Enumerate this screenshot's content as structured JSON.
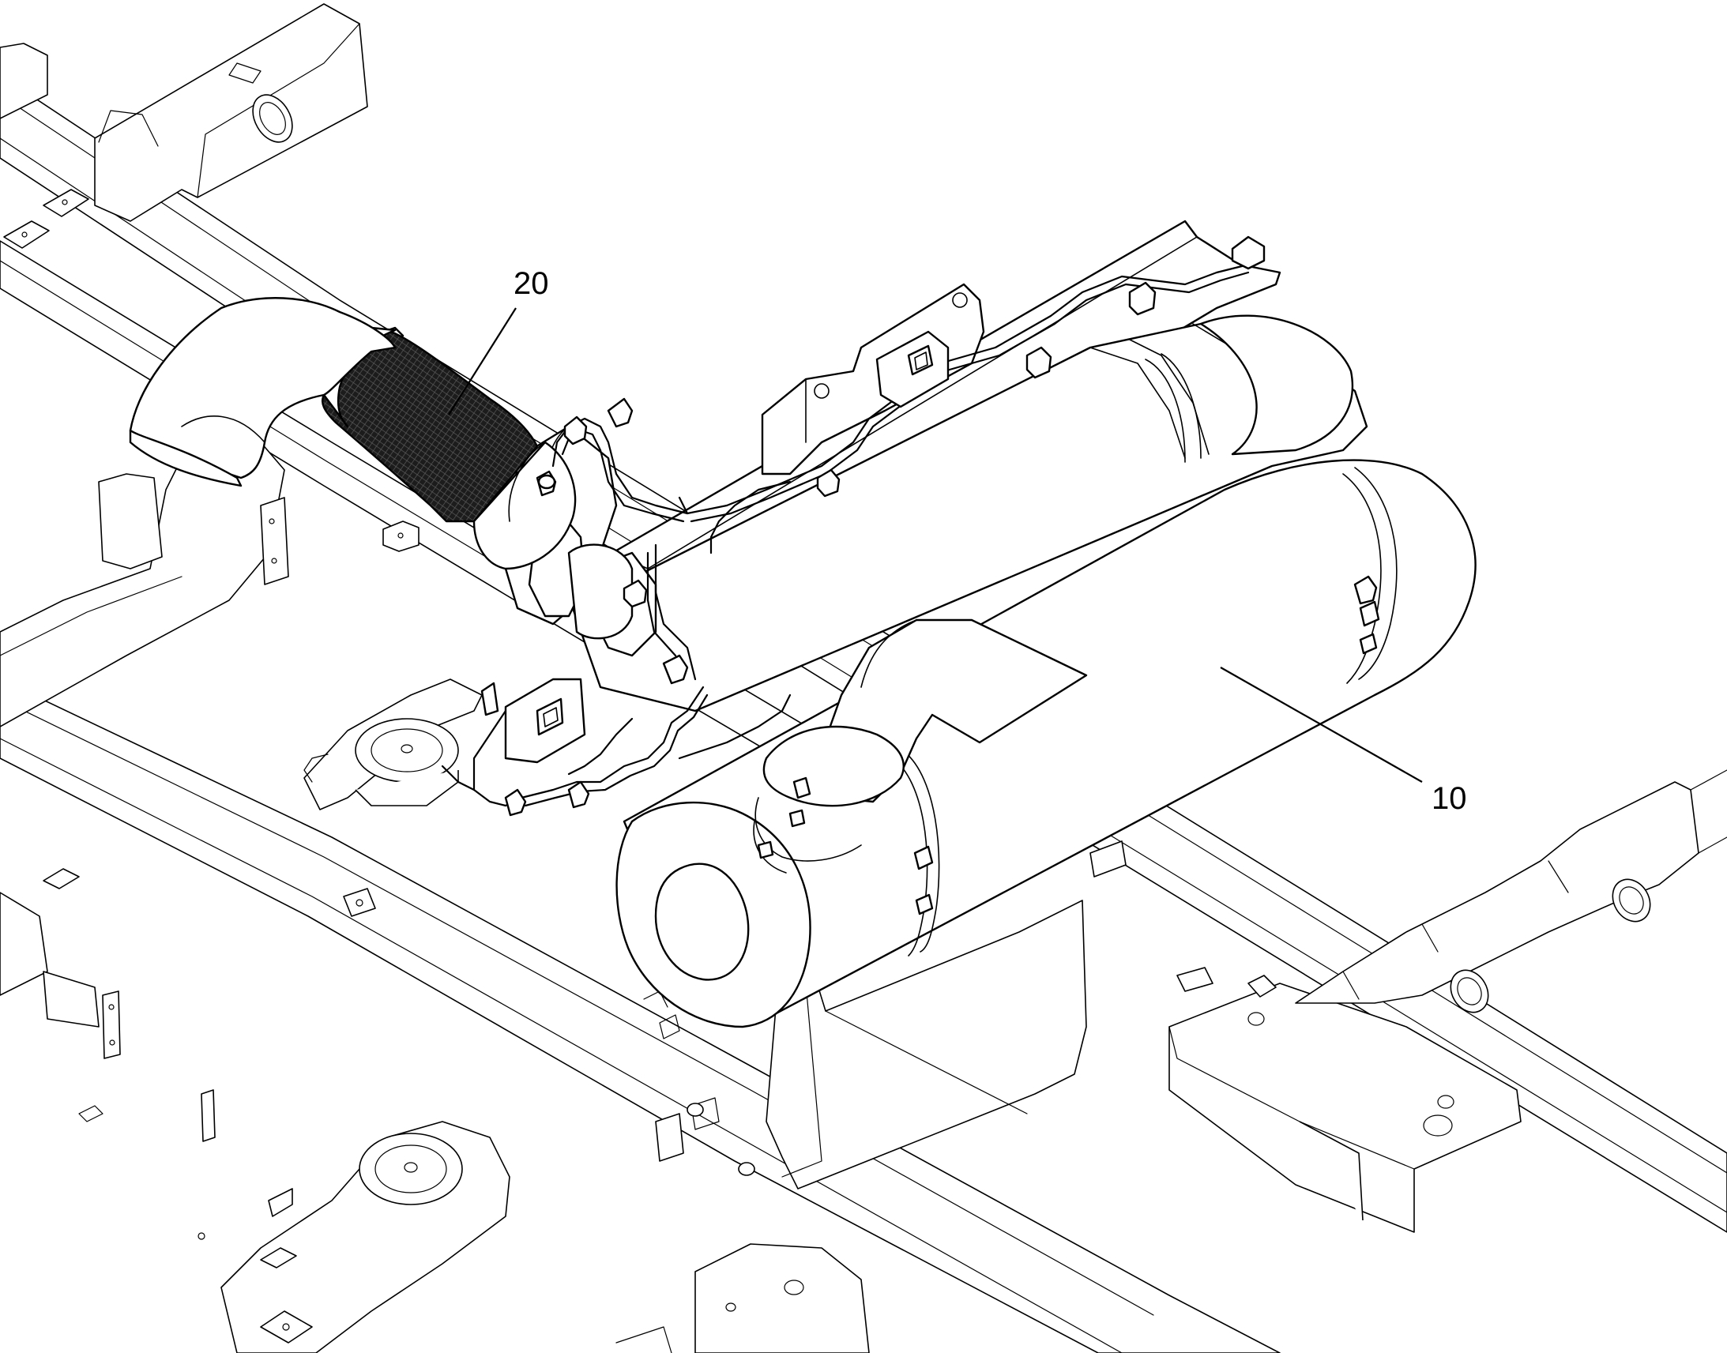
{
  "callouts": [
    {
      "id": "filter-hose",
      "label": "20"
    },
    {
      "id": "muffler",
      "label": "10"
    }
  ],
  "colors": {
    "line": "#000000",
    "background": "#ffffff",
    "hose_mesh": "#1c1c1c"
  }
}
